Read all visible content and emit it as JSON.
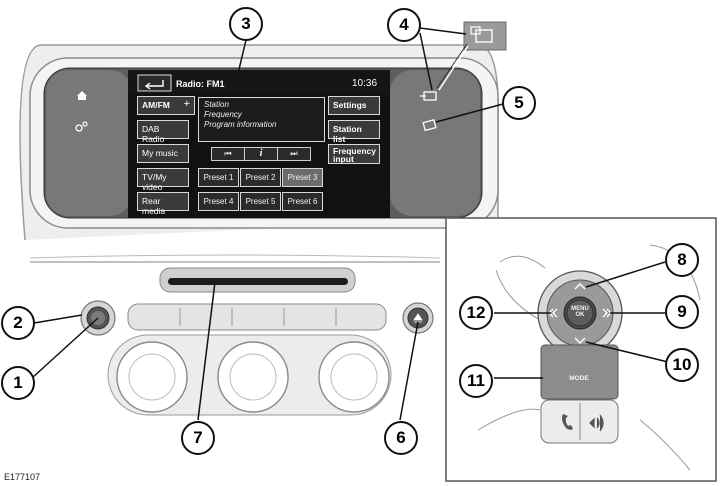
{
  "screen": {
    "source": "Radio: FM1",
    "time": "10:36",
    "left_menu": [
      "AM/FM",
      "DAB Radio",
      "My music",
      "TV/My video",
      "Rear media"
    ],
    "am_fm_plus": "+",
    "info_lines": [
      "Station",
      "Frequency",
      "Program information"
    ],
    "transport": {
      "prev": "⏮",
      "info": "i",
      "next": "⏭"
    },
    "right_menu": [
      "Settings",
      "Station list",
      "Frequency input"
    ],
    "presets": [
      "Preset 1",
      "Preset 2",
      "Preset 3",
      "Preset 4",
      "Preset 5",
      "Preset 6"
    ],
    "active_preset_index": 2
  },
  "wheel": {
    "menu_label": "MENU",
    "ok_label": "OK",
    "mode_label": "MODE"
  },
  "callouts": [
    "1",
    "2",
    "3",
    "4",
    "5",
    "6",
    "7",
    "8",
    "9",
    "10",
    "11",
    "12"
  ],
  "figure_code": "E177107",
  "colors": {
    "screen_bg": "#111111",
    "bezel": "#6e6e6e",
    "panel": "#e6e6e6",
    "outline": "#222222"
  },
  "icons": [
    "home-icon",
    "settings-bubbles-icon",
    "back-arrow-icon",
    "source-switch-icon",
    "rear-seat-icon",
    "eject-icon",
    "phone-icon",
    "voice-icon"
  ]
}
